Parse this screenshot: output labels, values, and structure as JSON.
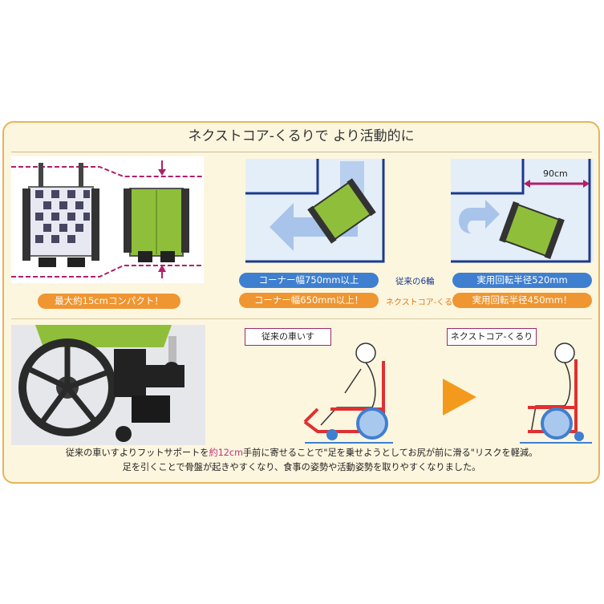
{
  "title": "ネクストコア-くるりで より活動的に",
  "compact": {
    "label": "最大約15cmコンパクト！"
  },
  "corner": {
    "conventional_label": "コーナー幅750mm以上",
    "next_label": "コーナー幅650mm以上！"
  },
  "legend": {
    "conventional": "従来の6輪",
    "next": "ネクストコア-くるり"
  },
  "turning": {
    "width_label": "90cm",
    "conventional_label": "実用回転半径520mm",
    "next_label": "実用回転半径450mm！"
  },
  "comparison": {
    "conventional_label": "従来の車いす",
    "next_label": "ネクストコア-くるり"
  },
  "caption": {
    "line1_a": "従来の車いすよりフットサポートを",
    "line1_hl": "約12cm",
    "line1_b": "手前に寄せることで\"足を乗せようとしてお尻が前に滑る\"リスクを軽減。",
    "line2": "足を引くことで骨盤が起きやすくなり、食事の姿勢や活動姿勢を取りやすくなりました。"
  },
  "colors": {
    "accent_blue": "#3f7fcf",
    "accent_orange": "#ef9531",
    "panel_border": "#e8b45a",
    "magenta": "#9c2a6a",
    "seat_green": "#8fbf3a",
    "chair_red": "#e03030"
  }
}
